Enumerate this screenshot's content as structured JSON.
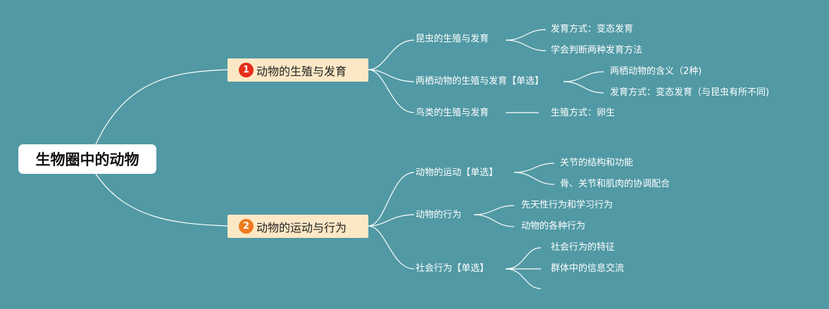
{
  "root": {
    "label": "生物圈中的动物"
  },
  "branches": [
    {
      "number": "1",
      "label": "动物的生殖与发育",
      "color": "#e52d1a",
      "topics": [
        {
          "label": "昆虫的生殖与发育",
          "children": [
            "发育方式：变态发育",
            "学会判断两种发育方法"
          ]
        },
        {
          "label": "两栖动物的生殖与发育【单选】",
          "children": [
            "两栖动物的含义（2种)",
            "发育方式：变态发育（与昆虫有所不同)"
          ]
        },
        {
          "label": "鸟类的生殖与发育",
          "children": [
            "生殖方式：卵生"
          ]
        }
      ]
    },
    {
      "number": "2",
      "label": "动物的运动与行为",
      "color": "#ef7a1e",
      "topics": [
        {
          "label": "动物的运动【单选】",
          "children": [
            "关节的结构和功能",
            "骨、关节和肌肉的协调配合"
          ]
        },
        {
          "label": "动物的行为",
          "children": [
            "先天性行为和学习行为",
            "动物的各种行为"
          ]
        },
        {
          "label": "社会行为【单选】",
          "children": [
            "社会行为的特征",
            "群体中的信息交流"
          ]
        }
      ]
    }
  ]
}
